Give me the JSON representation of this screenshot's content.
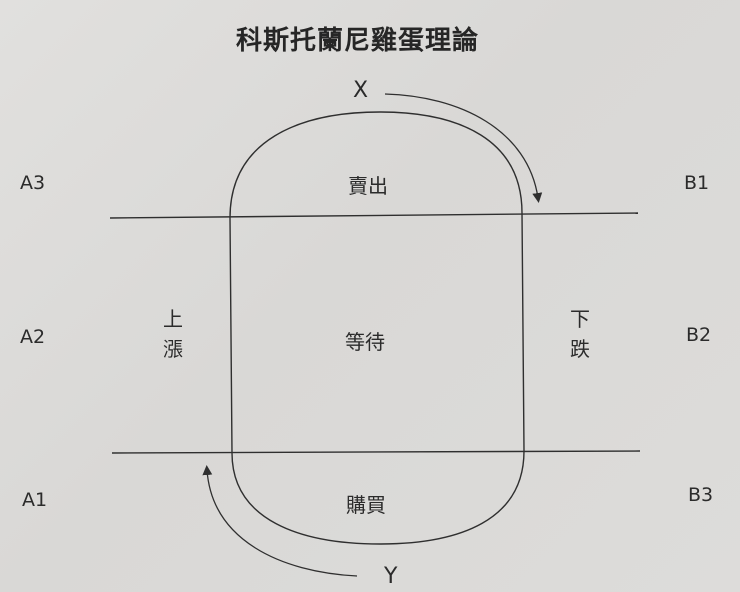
{
  "title": "科斯托蘭尼雞蛋理論",
  "markers": {
    "x": "X",
    "y": "Y"
  },
  "regions": {
    "sell": "賣出",
    "wait": "等待",
    "buy": "購買"
  },
  "trends": {
    "rise": [
      "上",
      "漲"
    ],
    "fall": [
      "下",
      "跌"
    ]
  },
  "left_labels": {
    "top": "A3",
    "middle": "A2",
    "bottom": "A1"
  },
  "right_labels": {
    "top": "B1",
    "middle": "B2",
    "bottom": "B3"
  },
  "colors": {
    "line": "#2f2f2f",
    "background": "#dcdbd9"
  }
}
